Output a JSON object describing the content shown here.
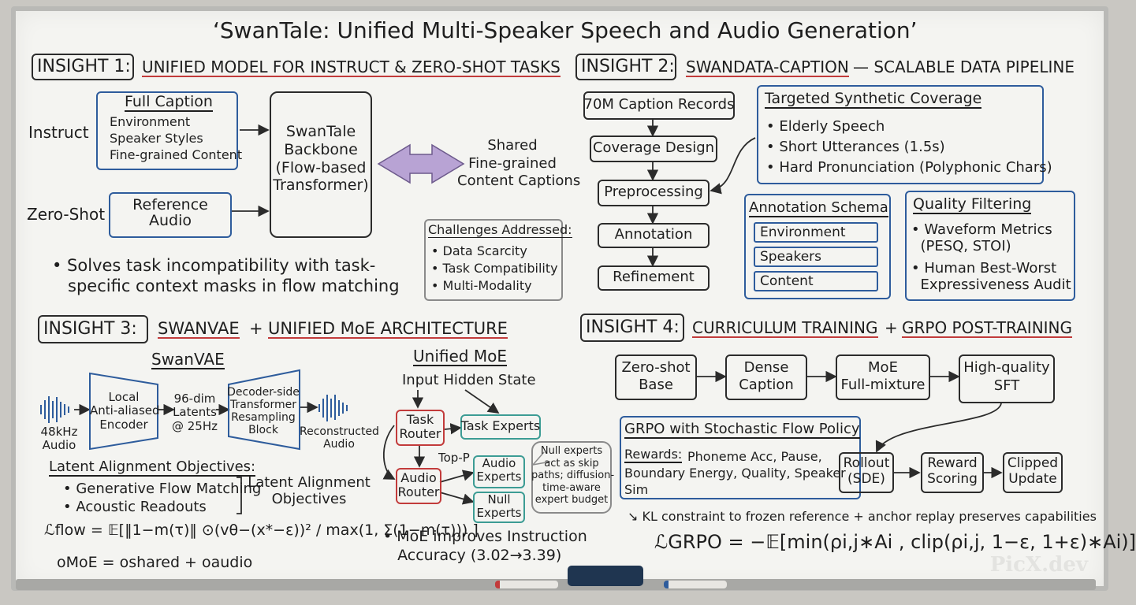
{
  "title": "‘SwanTale: Unified Multi-Speaker Speech and Audio Generation’",
  "insight1": {
    "tag": "INSIGHT 1:",
    "heading": "UNIFIED MODEL FOR INSTRUCT & ZERO-SHOT TASKS",
    "instruct": "Instruct",
    "zeroshot": "Zero-Shot",
    "fullcaption_title": "Full Caption",
    "fullcaption_items": [
      "Environment",
      "Speaker Styles",
      "Fine-grained Content"
    ],
    "reference": "Reference\nAudio",
    "backbone": "SwanTale\nBackbone\n(Flow-based\nTransformer)",
    "shared": "Shared\nFine-grained\nContent Captions",
    "challenges_title": "Challenges Addressed:",
    "challenges": [
      "• Data Scarcity",
      "• Task Compatibility",
      "• Multi-Modality"
    ],
    "bullet": "• Solves task incompatibility with task-\n   specific context masks in flow matching"
  },
  "insight2": {
    "tag": "INSIGHT 2:",
    "heading1": "SWANDATA-CAPTION",
    "heading2": "— SCALABLE DATA PIPELINE",
    "steps": [
      "70M Caption Records",
      "Coverage Design",
      "Preprocessing",
      "Annotation",
      "Refinement"
    ],
    "targeted_title": "Targeted Synthetic Coverage",
    "targeted": [
      "• Elderly Speech",
      "• Short Utterances (1.5s)",
      "• Hard Pronunciation (Polyphonic Chars)"
    ],
    "schema_title": "Annotation Schema",
    "schema": [
      "Environment",
      "Speakers",
      "Content"
    ],
    "quality_title": "Quality Filtering",
    "quality": [
      "• Waveform Metrics\n  (PESQ, STOI)",
      "• Human Best-Worst\n  Expressiveness Audit"
    ]
  },
  "insight3": {
    "tag": "INSIGHT 3:",
    "heading1": "SWANVAE",
    "plus": "+",
    "heading2": "UNIFIED MoE ARCHITECTURE",
    "swanvae": "SwanVAE",
    "audio_in": "48kHz\nAudio",
    "encoder": "Local\nAnti-aliased\nEncoder",
    "latents": "96-dim\nLatents\n@ 25Hz",
    "decoder": "Decoder-side\nTransformer\nResampling\nBlock",
    "audio_out": "Reconstructed\nAudio",
    "lao_title": "Latent Alignment Objectives:",
    "lao_items": [
      "• Generative Flow Matching",
      "• Acoustic Readouts"
    ],
    "lao_side": "Latent Alignment\nObjectives",
    "flow_formula": "ℒflow = 𝔼[‖1−m(τ)‖ ⊙(vθ−(x*−ε))² / max(1, Σ(1−m(τ))) ]",
    "moe_formula": "oMoE = oshared + oaudio",
    "moe_title": "Unified MoE",
    "input_hidden": "Input Hidden State",
    "task_router": "Task\nRouter",
    "task_experts": "Task Experts",
    "audio_router": "Audio\nRouter",
    "top_p": "Top-P",
    "audio_experts": "Audio\nExperts",
    "null_experts": "Null\nExperts",
    "null_note": "Null experts\nact as skip\npaths; diffusion-\ntime-aware\nexpert budget",
    "moe_bullet": "• MoE improves Instruction\n   Accuracy (3.02→3.39)"
  },
  "insight4": {
    "tag": "INSIGHT 4:",
    "heading1": "CURRICULUM TRAINING",
    "plus": "+",
    "heading2": "GRPO POST-TRAINING",
    "stages": [
      "Zero-shot\nBase",
      "Dense\nCaption",
      "MoE\nFull-mixture",
      "High-quality\nSFT"
    ],
    "grpo_title": "GRPO with Stochastic Flow Policy",
    "rewards_label": "Rewards:",
    "rewards": "Phoneme Acc, Pause,\nBoundary Energy, Quality, Speaker\nSim",
    "rollout": "Rollout\n(SDE)",
    "reward_scoring": "Reward\nScoring",
    "clipped": "Clipped\nUpdate",
    "kl": "↘ KL constraint to frozen reference + anchor replay preserves capabilities",
    "grpo_formula": "ℒGRPO = −𝔼[min(ρi,j∗Ai , clip(ρi,j, 1−ε, 1+ε)∗Ai)]"
  },
  "watermark": "PicX.dev",
  "colors": {
    "accent_red": "#c23b3b",
    "accent_blue": "#2e5c9c",
    "accent_teal": "#3c9c94",
    "arrow_purple": "#a98bc4"
  }
}
